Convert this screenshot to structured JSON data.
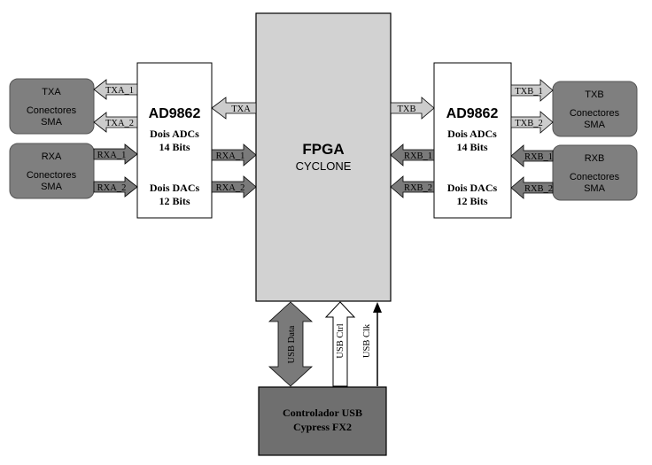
{
  "fpga": {
    "title": "FPGA",
    "subtitle": "CYCLONE"
  },
  "ad_left": {
    "title": "AD9862",
    "adc_line1": "Dois ADCs",
    "adc_line2": "14 Bits",
    "dac_line1": "Dois DACs",
    "dac_line2": "12 Bits"
  },
  "ad_right": {
    "title": "AD9862",
    "adc_line1": "Dois ADCs",
    "adc_line2": "14 Bits",
    "dac_line1": "Dois DACs",
    "dac_line2": "12 Bits"
  },
  "sma_txa": {
    "name": "TXA",
    "line1": "Conectores",
    "line2": "SMA"
  },
  "sma_rxa": {
    "name": "RXA",
    "line1": "Conectores",
    "line2": "SMA"
  },
  "sma_txb": {
    "name": "TXB",
    "line1": "Conectores",
    "line2": "SMA"
  },
  "sma_rxb": {
    "name": "RXB",
    "line1": "Conectores",
    "line2": "SMA"
  },
  "usb_ctrl": {
    "line1": "Controlador USB",
    "line2": "Cypress FX2"
  },
  "labels": {
    "txa_1": "TXA_1",
    "txa_2": "TXA_2",
    "rxa_1": "RXA_1",
    "rxa_2": "RXA_2",
    "txa": "TXA",
    "rxa_1_in": "RXA_1",
    "rxa_2_in": "RXA_2",
    "txb": "TXB",
    "rxb_1_in": "RXB_1",
    "rxb_2_in": "RXB_2",
    "txb_1": "TXB_1",
    "txb_2": "TXB_2",
    "rxb_1": "RXB_1",
    "rxb_2": "RXB_2",
    "usb_data": "USB Data",
    "usb_ctrl": "USB Ctrl",
    "usb_clk": "USB Clk"
  },
  "colors": {
    "fpga_fill": "#d2d2d2",
    "sma_fill": "#7f7f7f",
    "usb_fill": "#6f6f6f",
    "arrow_light": "#cccccc",
    "arrow_dark": "#7a7a7a",
    "stroke": "#000000"
  }
}
